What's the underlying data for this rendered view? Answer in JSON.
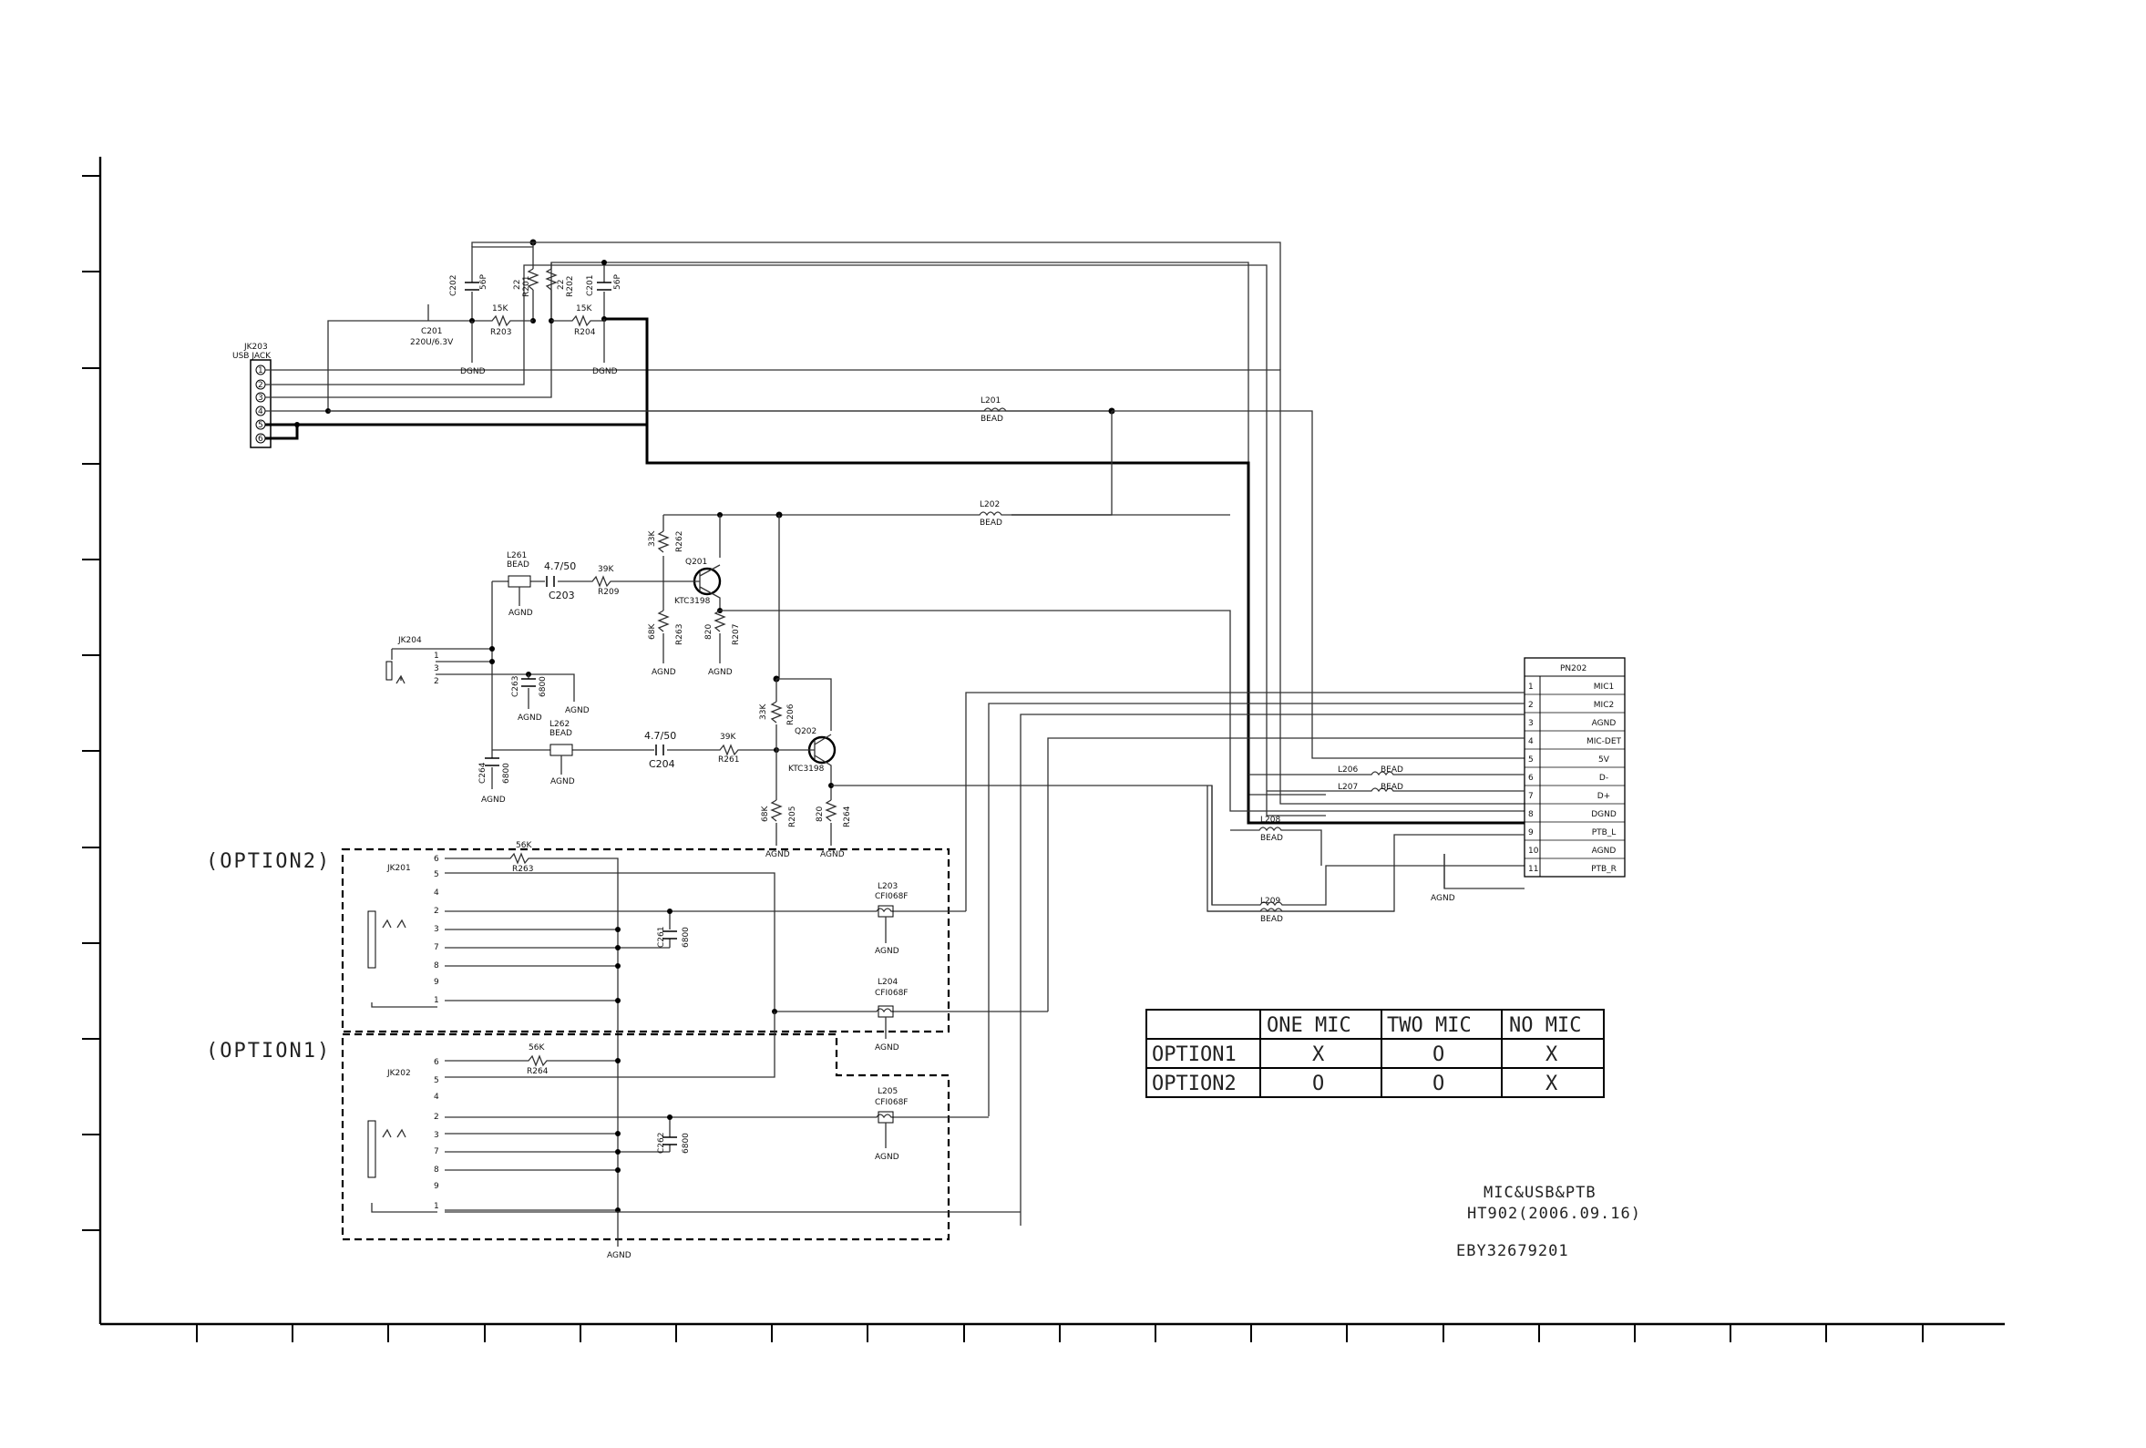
{
  "components": {
    "usb_jack": {
      "ref": "JK203",
      "name": "USB JACK",
      "pins": [
        "1",
        "2",
        "3",
        "4",
        "5",
        "6"
      ]
    },
    "c202": {
      "ref": "C202",
      "value": "56P"
    },
    "r201": {
      "ref": "R201",
      "value": "22"
    },
    "r202": {
      "ref": "R202",
      "value": "22"
    },
    "c203u": {
      "ref": "C201",
      "value": "56P"
    },
    "c201": {
      "ref": "C201",
      "value": "220U/6.3V"
    },
    "r203": {
      "ref": "R203",
      "value": "15K"
    },
    "r204": {
      "ref": "R204",
      "value": "15K"
    },
    "l201": {
      "ref": "L201",
      "value": "BEAD"
    },
    "l202": {
      "ref": "L202",
      "value": "BEAD"
    },
    "l261": {
      "ref": "L261",
      "value": "BEAD"
    },
    "l262": {
      "ref": "L262",
      "value": "BEAD"
    },
    "c203": {
      "ref": "C203",
      "value": "4.7/50"
    },
    "c204": {
      "ref": "C204",
      "value": "4.7/50"
    },
    "r209": {
      "ref": "R209",
      "value": "39K"
    },
    "r261": {
      "ref": "R261",
      "value": "39K"
    },
    "r262": {
      "ref": "R262",
      "value": "33K"
    },
    "r263b": {
      "ref": "R263",
      "value": "68K"
    },
    "r207": {
      "ref": "R207",
      "value": "820"
    },
    "r206": {
      "ref": "R206",
      "value": "33K"
    },
    "r205": {
      "ref": "R205",
      "value": "68K"
    },
    "r264b": {
      "ref": "R264",
      "value": "820"
    },
    "q201": {
      "ref": "Q201",
      "part": "KTC3198"
    },
    "q202": {
      "ref": "Q202",
      "part": "KTC3198"
    },
    "jk204": {
      "ref": "JK204",
      "pins": [
        "1",
        "3",
        "2"
      ]
    },
    "c263": {
      "ref": "C263",
      "value": "6800"
    },
    "c264": {
      "ref": "C264",
      "value": "6800"
    },
    "jk201": {
      "ref": "JK201",
      "pins": [
        "6",
        "5",
        "4",
        "2",
        "3",
        "7",
        "8",
        "9",
        "1"
      ]
    },
    "jk202": {
      "ref": "JK202",
      "pins": [
        "6",
        "5",
        "4",
        "2",
        "3",
        "7",
        "8",
        "9",
        "1"
      ]
    },
    "r263": {
      "ref": "R263",
      "value": "56K"
    },
    "r264": {
      "ref": "R264",
      "value": "56K"
    },
    "c261": {
      "ref": "C261",
      "value": "6800"
    },
    "c262": {
      "ref": "C262",
      "value": "6800"
    },
    "l203": {
      "ref": "L203",
      "value": "CFI068F"
    },
    "l204": {
      "ref": "L204",
      "value": "CFI068F"
    },
    "l205": {
      "ref": "L205",
      "value": "CFI068F"
    },
    "l206": {
      "ref": "L206",
      "value": "BEAD"
    },
    "l207": {
      "ref": "L207",
      "value": "BEAD"
    },
    "l208": {
      "ref": "L208",
      "value": "BEAD"
    },
    "l209": {
      "ref": "L209",
      "value": "BEAD"
    }
  },
  "grounds": {
    "dgnd": "DGND",
    "agnd": "AGND"
  },
  "connector": {
    "ref": "PN202",
    "pins": [
      {
        "num": "1",
        "name": "MIC1"
      },
      {
        "num": "2",
        "name": "MIC2"
      },
      {
        "num": "3",
        "name": "AGND"
      },
      {
        "num": "4",
        "name": "MIC-DET"
      },
      {
        "num": "5",
        "name": "5V"
      },
      {
        "num": "6",
        "name": "D-"
      },
      {
        "num": "7",
        "name": "D+"
      },
      {
        "num": "8",
        "name": "DGND"
      },
      {
        "num": "9",
        "name": "PTB_L"
      },
      {
        "num": "10",
        "name": "AGND"
      },
      {
        "num": "11",
        "name": "PTB_R"
      }
    ]
  },
  "options": {
    "option2": "(OPTION2)",
    "option1": "(OPTION1)"
  },
  "option_table": {
    "headers": [
      "",
      "ONE MIC",
      "TWO MIC",
      "NO MIC"
    ],
    "rows": [
      [
        "OPTION1",
        "X",
        "O",
        "X"
      ],
      [
        "OPTION2",
        "O",
        "O",
        "X"
      ]
    ]
  },
  "title_block": {
    "line1": "MIC&USB&PTB",
    "line2": "HT902(2006.09.16)",
    "part_no": "EBY32679201"
  }
}
